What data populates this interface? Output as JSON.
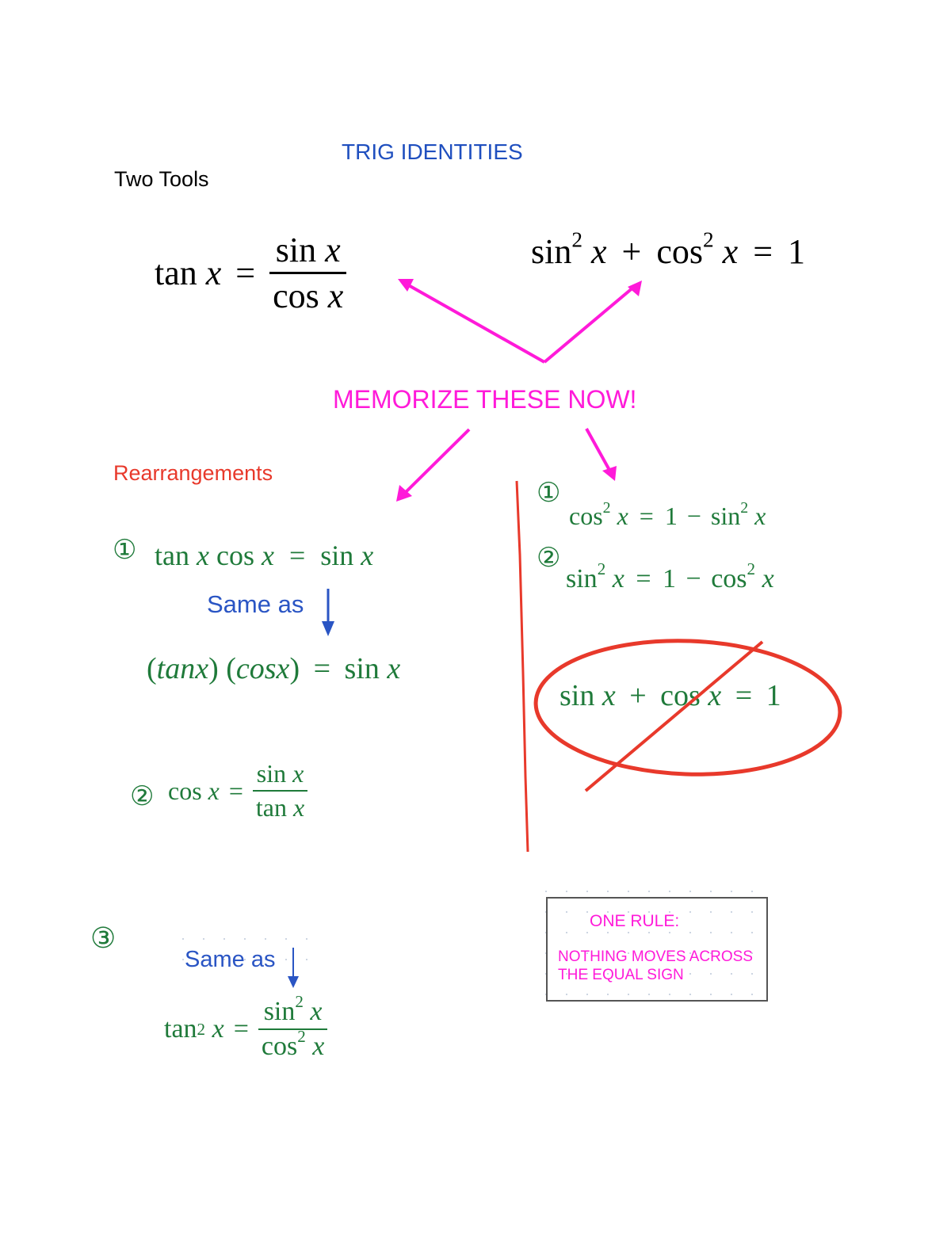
{
  "header": {
    "title": "TRIG IDENTITIES",
    "subtitle": "Two Tools"
  },
  "tools": {
    "tool1": {
      "lhs": "tan",
      "var": "x",
      "eq": "=",
      "num_fn": "sin",
      "den_fn": "cos"
    },
    "tool2": {
      "fn1": "sin",
      "exp": "2",
      "var": "x",
      "plus": "+",
      "fn2": "cos",
      "eq": "=",
      "rhs": "1"
    }
  },
  "callout": {
    "text": "MEMORIZE THESE NOW!",
    "color": "#ff1ad9"
  },
  "rearrangements": {
    "heading": "Rearrangements",
    "heading_color": "#e8392b",
    "items": [
      {
        "marker": "①",
        "equation": {
          "a": "tan",
          "b": "cos",
          "var": "x",
          "eq": "=",
          "rhs": "sin"
        },
        "same_as": "Same as",
        "expanded": {
          "p1": "tanx",
          "p2": "cosx",
          "eq": "=",
          "rhs": "sin",
          "var": "x"
        }
      },
      {
        "marker": "②",
        "equation": {
          "lhs": "cos",
          "var": "x",
          "eq": "=",
          "num": "sin",
          "den": "tan"
        }
      },
      {
        "marker": "③",
        "same_as": "Same as",
        "equation": {
          "lhs": "tan",
          "exp": "2",
          "var": "x",
          "eq": "=",
          "num": "sin",
          "den": "cos"
        }
      }
    ]
  },
  "pythagorean_rearrangements": {
    "items": [
      {
        "marker": "①",
        "lhs": "cos",
        "exp": "2",
        "var": "x",
        "eq": "=",
        "one": "1",
        "minus": "−",
        "rhs": "sin"
      },
      {
        "marker": "②",
        "lhs": "sin",
        "exp": "2",
        "var": "x",
        "eq": "=",
        "one": "1",
        "minus": "−",
        "rhs": "cos"
      }
    ],
    "wrong_identity": {
      "a": "sin",
      "var": "x",
      "plus": "+",
      "b": "cos",
      "eq": "=",
      "rhs": "1"
    }
  },
  "rule_box": {
    "title": "ONE RULE:",
    "line1": "NOTHING MOVES ACROSS",
    "line2": "THE EQUAL SIGN"
  },
  "colors": {
    "title_blue": "#1f4fbf",
    "math_green": "#1f7a3a",
    "annotation_magenta": "#ff1ad9",
    "annotation_red": "#e8392b",
    "same_as_blue": "#2a55c4"
  }
}
